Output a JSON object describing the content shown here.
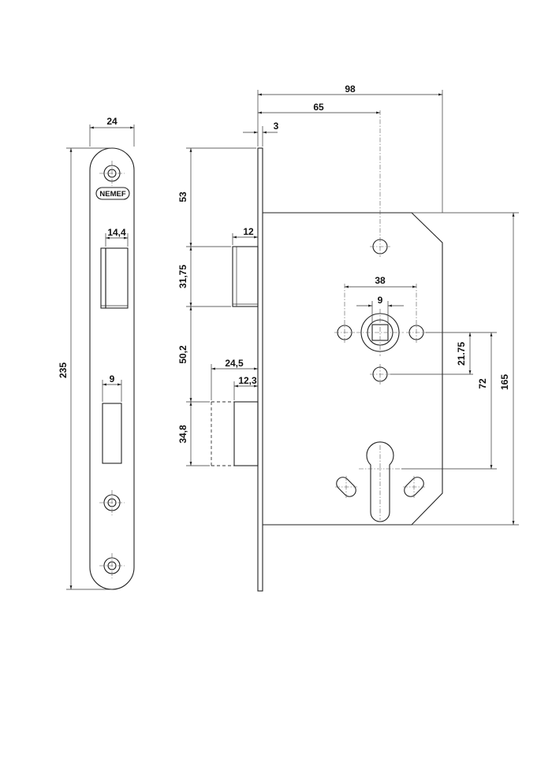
{
  "logo_text": "NEMEF",
  "faceplate": {
    "width": "24",
    "length": "235",
    "latch_width": "14,4",
    "bolt_width": "9"
  },
  "side_view": {
    "body_width": "98",
    "backset": "65",
    "faceplate_thickness": "3",
    "top_to_latch": "53",
    "latch_height": "31,75",
    "latch_throw": "12",
    "latch_to_bolt": "50,2",
    "bolt_height": "34,8",
    "bolt_throw": "24,5",
    "bolt_offset": "12,3"
  },
  "case": {
    "hole_spacing": "38",
    "spindle": "9",
    "spindle_to_hole": "21.75",
    "centre_distance": "72",
    "case_height": "165"
  },
  "colors": {
    "line": "#222222",
    "background": "#ffffff"
  }
}
